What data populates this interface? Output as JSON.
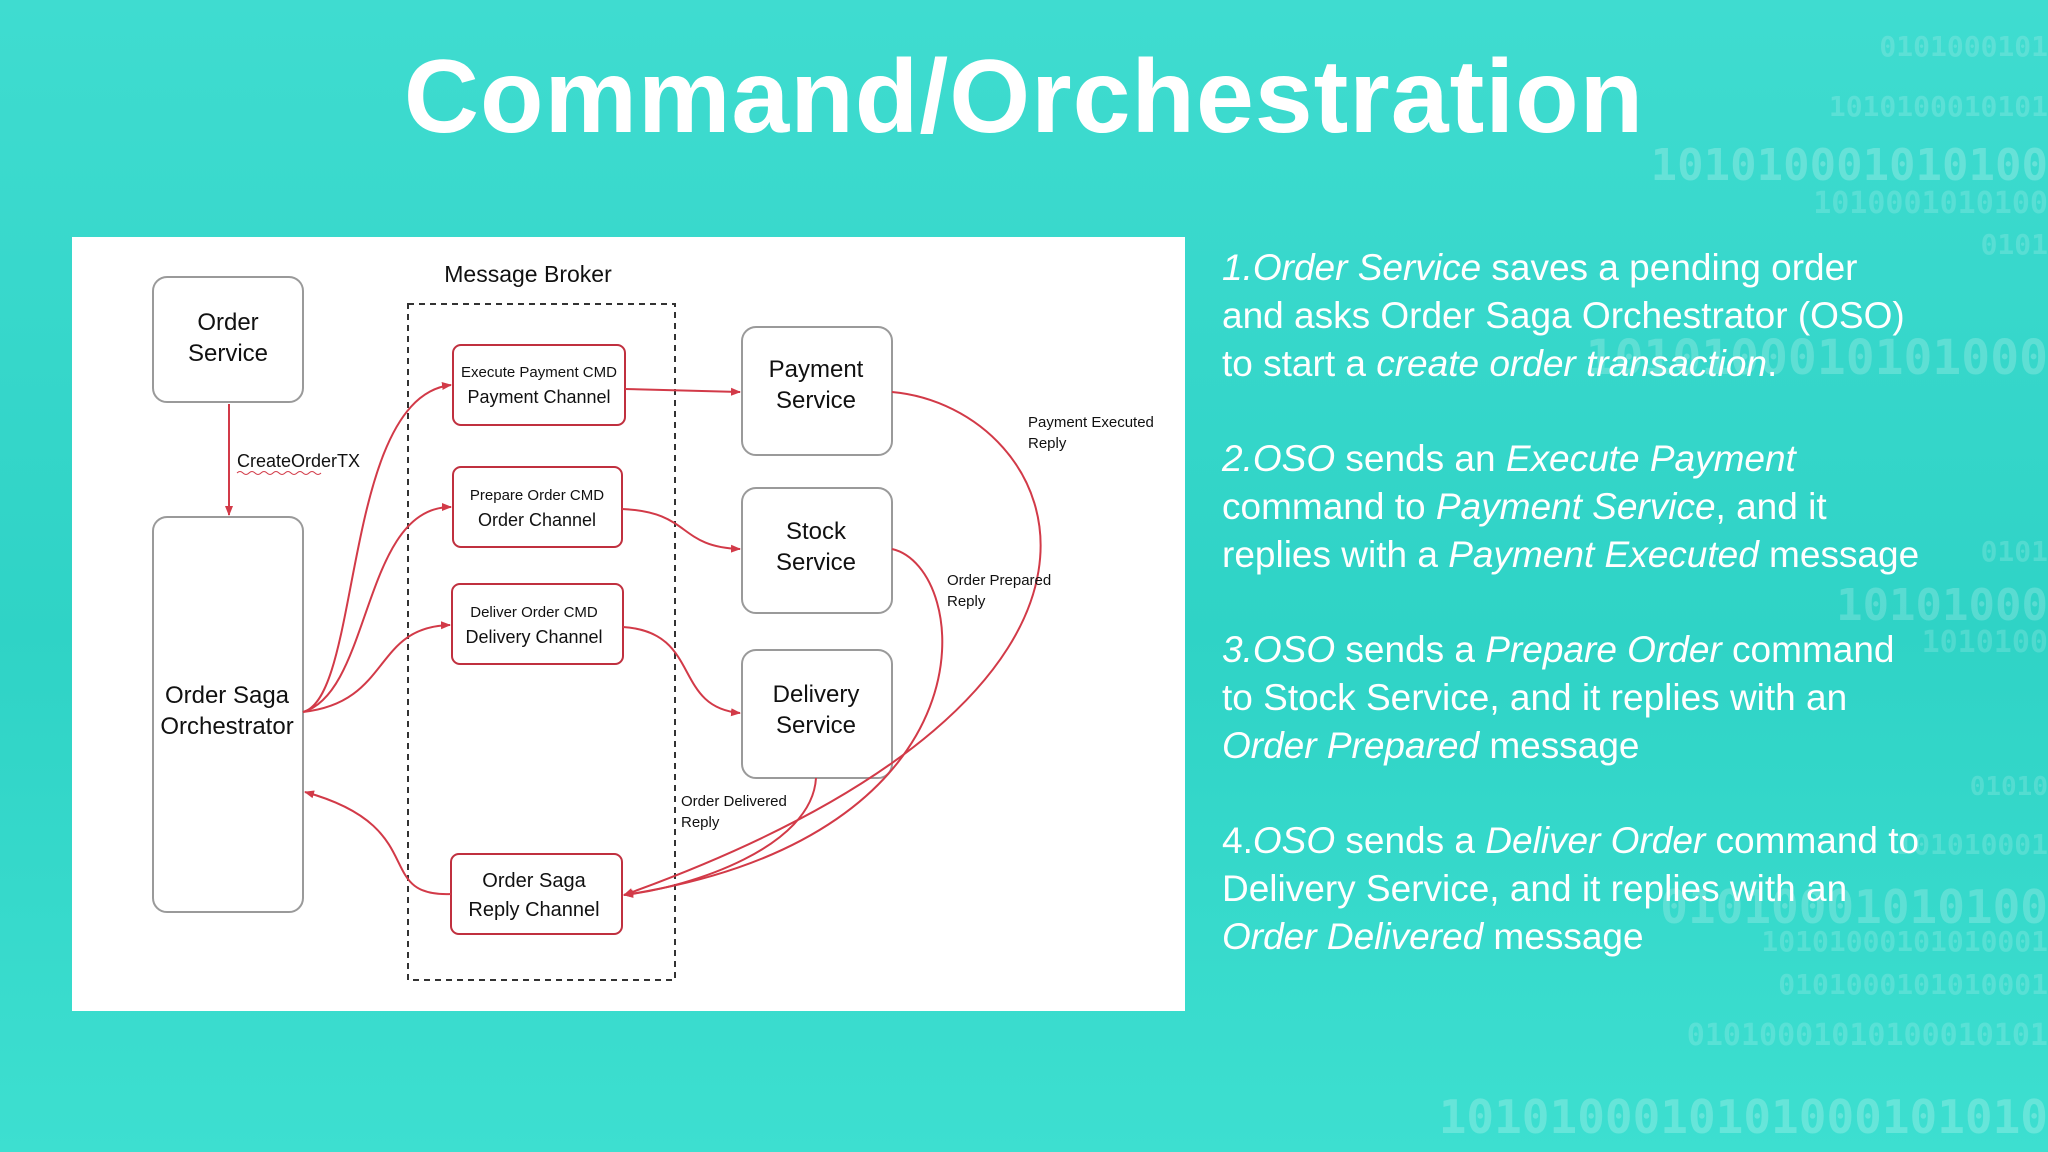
{
  "slide": {
    "title": "Command/Orchestration",
    "background_accent": "#33d6c9",
    "decor_binary": [
      "0101000101",
      "1010100010101",
      "101010001010100",
      "1010001010100",
      "0101",
      "1010100010101000",
      "0101",
      "10101000",
      "1010100",
      "01010",
      "101010001",
      "01010001010100",
      "10101000101010001",
      "0101000101010001",
      "01010001010100010101",
      "1010100010101000101010"
    ]
  },
  "diagram": {
    "broker_title": "Message Broker",
    "order_service": [
      "Order",
      "Service"
    ],
    "orchestrator": [
      "Order Saga",
      "Orchestrator"
    ],
    "create_tx_label": "CreateOrderTX",
    "channels": {
      "payment": [
        "Execute Payment CMD",
        "Payment Channel"
      ],
      "order": [
        "Prepare Order CMD",
        "Order Channel"
      ],
      "delivery": [
        "Deliver Order CMD",
        "Delivery Channel"
      ],
      "reply": [
        "Order Saga",
        "Reply Channel"
      ]
    },
    "services": {
      "payment": [
        "Payment",
        "Service"
      ],
      "stock": [
        "Stock",
        "Service"
      ],
      "delivery": [
        "Delivery",
        "Service"
      ]
    },
    "reply_labels": {
      "payment": [
        "Payment Executed",
        "Reply"
      ],
      "order": [
        "Order Prepared",
        "Reply"
      ],
      "delivery": [
        "Order Delivered",
        "Reply"
      ]
    },
    "colors": {
      "arrow": "#d23a48",
      "box_border": "#999999",
      "channel_border": "#c0303f"
    }
  },
  "points": [
    {
      "p1": "1.",
      "e1": "Order Service",
      "t1": " saves a pending order and asks Order Saga Orchestrator (OSO) to start a ",
      "e2": "create order transaction",
      "t2": "."
    },
    {
      "p1": "2.",
      "e1": "OSO",
      "t1": " sends an ",
      "e2": "Execute Payment",
      "t2": " command to ",
      "e3": "Payment Service",
      "t3": ", and it replies with a ",
      "e4": "Payment Executed",
      "t4": " message"
    },
    {
      "p1": "3.",
      "e1": "OSO",
      "t1": " sends a ",
      "e2": "Prepare Order",
      "t2": " command to Stock Service, and it replies with an ",
      "e3": "Order Prepared",
      "t3": " message"
    },
    {
      "p1": "4.",
      "e1": "OSO",
      "t1": " sends a ",
      "e2": "Deliver Order",
      "t2": " command to Delivery Service, and it replies with an ",
      "e3": "Order Delivered",
      "t3": " message"
    }
  ]
}
